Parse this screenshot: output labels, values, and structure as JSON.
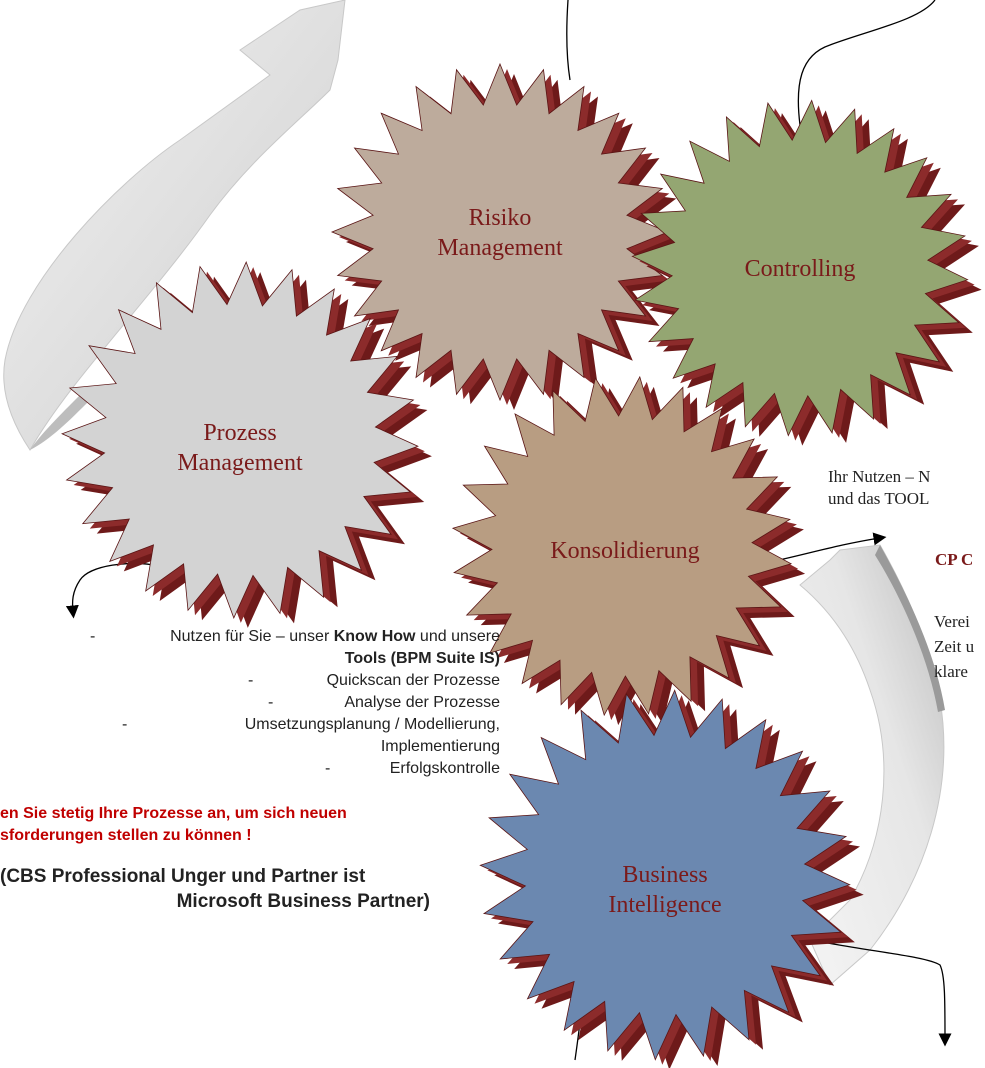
{
  "gears": [
    {
      "id": "risiko",
      "lines": [
        "Risiko",
        "Management"
      ],
      "face": "#bdab9c"
    },
    {
      "id": "controlling",
      "lines": [
        "Controlling"
      ],
      "face": "#94a672"
    },
    {
      "id": "prozess",
      "lines": [
        "Prozess",
        "Management"
      ],
      "face": "#d3d3d3"
    },
    {
      "id": "konsolidierung",
      "lines": [
        "Konsolidierung"
      ],
      "face": "#b89d82"
    },
    {
      "id": "bi",
      "lines": [
        "Business",
        "Intelligence"
      ],
      "face": "#6b88b0"
    }
  ],
  "colors": {
    "gear_side": "#6e1a1a",
    "gear_side_light": "#8c2b2b",
    "label": "#7a1a1a",
    "emphasis": "#c00000",
    "arrow": "#e0e0e0"
  },
  "prozess_benefits": {
    "intro_prefix": "Nutzen für Sie – unser ",
    "intro_bold": "Know How",
    "intro_suffix": " und unsere",
    "intro_line2": "Tools (BPM Suite IS)",
    "items": [
      "Quickscan der Prozesse",
      "Analyse der Prozesse",
      "Umsetzungsplanung / Modellierung,",
      "Implementierung",
      "Erfolgskontrolle"
    ],
    "dash": "-"
  },
  "callout": {
    "line1": "en Sie stetig Ihre Prozesse an, um sich neuen",
    "line2": "sforderungen stellen zu können !"
  },
  "partner": {
    "line1": "(CBS Professional Unger und Partner ist",
    "line2": "Microsoft Business Partner)"
  },
  "right_text": {
    "line1": "Ihr Nutzen – N",
    "line2": "und das TOOL",
    "heading": "CP C",
    "body1": "Verei",
    "body2": "Zeit u",
    "body3": "klare"
  }
}
